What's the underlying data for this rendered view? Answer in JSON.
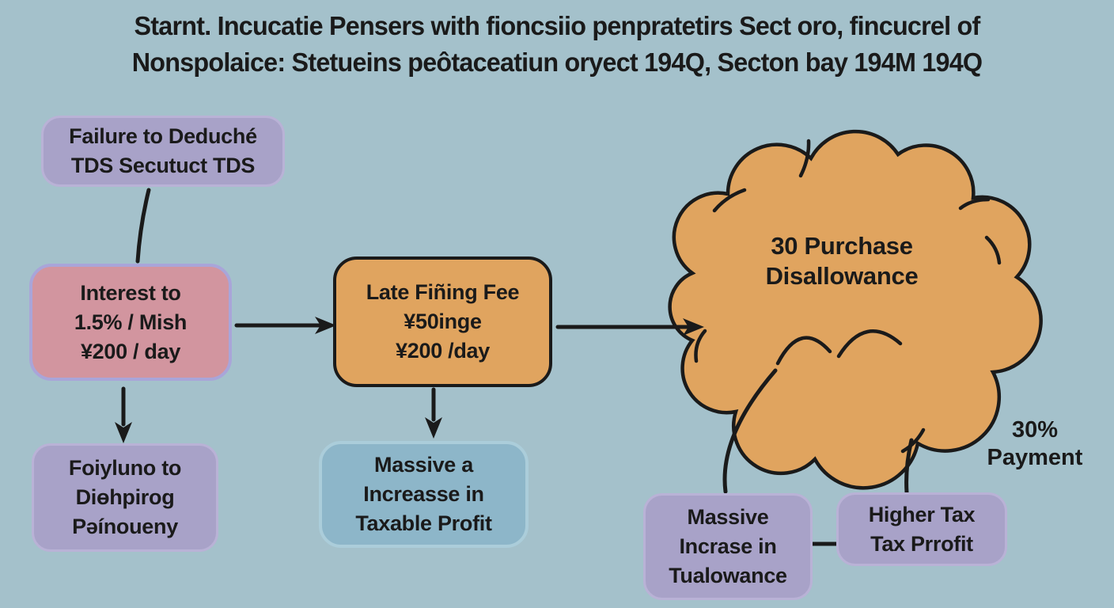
{
  "title": {
    "line1": "Starnt. Incucatie Pensers with fioncsiio penpratetirs Sect oro, fincucrel of",
    "line2": "Nonspolaice: Stetueins peôtaceatiun oryect 194Q, Secton bay 194M 194Q"
  },
  "nodes": {
    "failure": {
      "lines": [
        "Failure to Deduché",
        "TDS Secutuct TDS"
      ]
    },
    "interest": {
      "lines": [
        "Interest to",
        "1.5% / Mish",
        "¥200 / day"
      ]
    },
    "late_fee": {
      "lines": [
        "Late Fiñing Fee",
        "¥50inge",
        "¥200 /day"
      ]
    },
    "penalty": {
      "lines": [
        "Foiyluno to",
        "Diɵhpirog",
        "Pəínoueny"
      ]
    },
    "taxable_profit": {
      "lines": [
        "Massive a",
        "Increasse in",
        "Taxable Profit"
      ]
    },
    "cloud": {
      "lines": [
        "30 Purchase",
        "Disallowance"
      ]
    },
    "payment": {
      "lines": [
        "30%",
        "Payment"
      ]
    },
    "tualowance": {
      "lines": [
        "Massive",
        "Incrase in",
        "Tualowance"
      ]
    },
    "higher_tax": {
      "lines": [
        "Higher Tax",
        "Tax Prrofit"
      ]
    }
  },
  "colors": {
    "background": "#a4c1cb",
    "ink": "#1a1a1a",
    "box-purple": "#a8a2c8",
    "box-purple-border": "#b9b2d6",
    "box-pink": "#d2959f",
    "box-pink-border": "#a9a5d9",
    "box-orange": "#e0a45f",
    "box-blue": "#8db6c9",
    "box-blue-border": "#abcdda"
  }
}
